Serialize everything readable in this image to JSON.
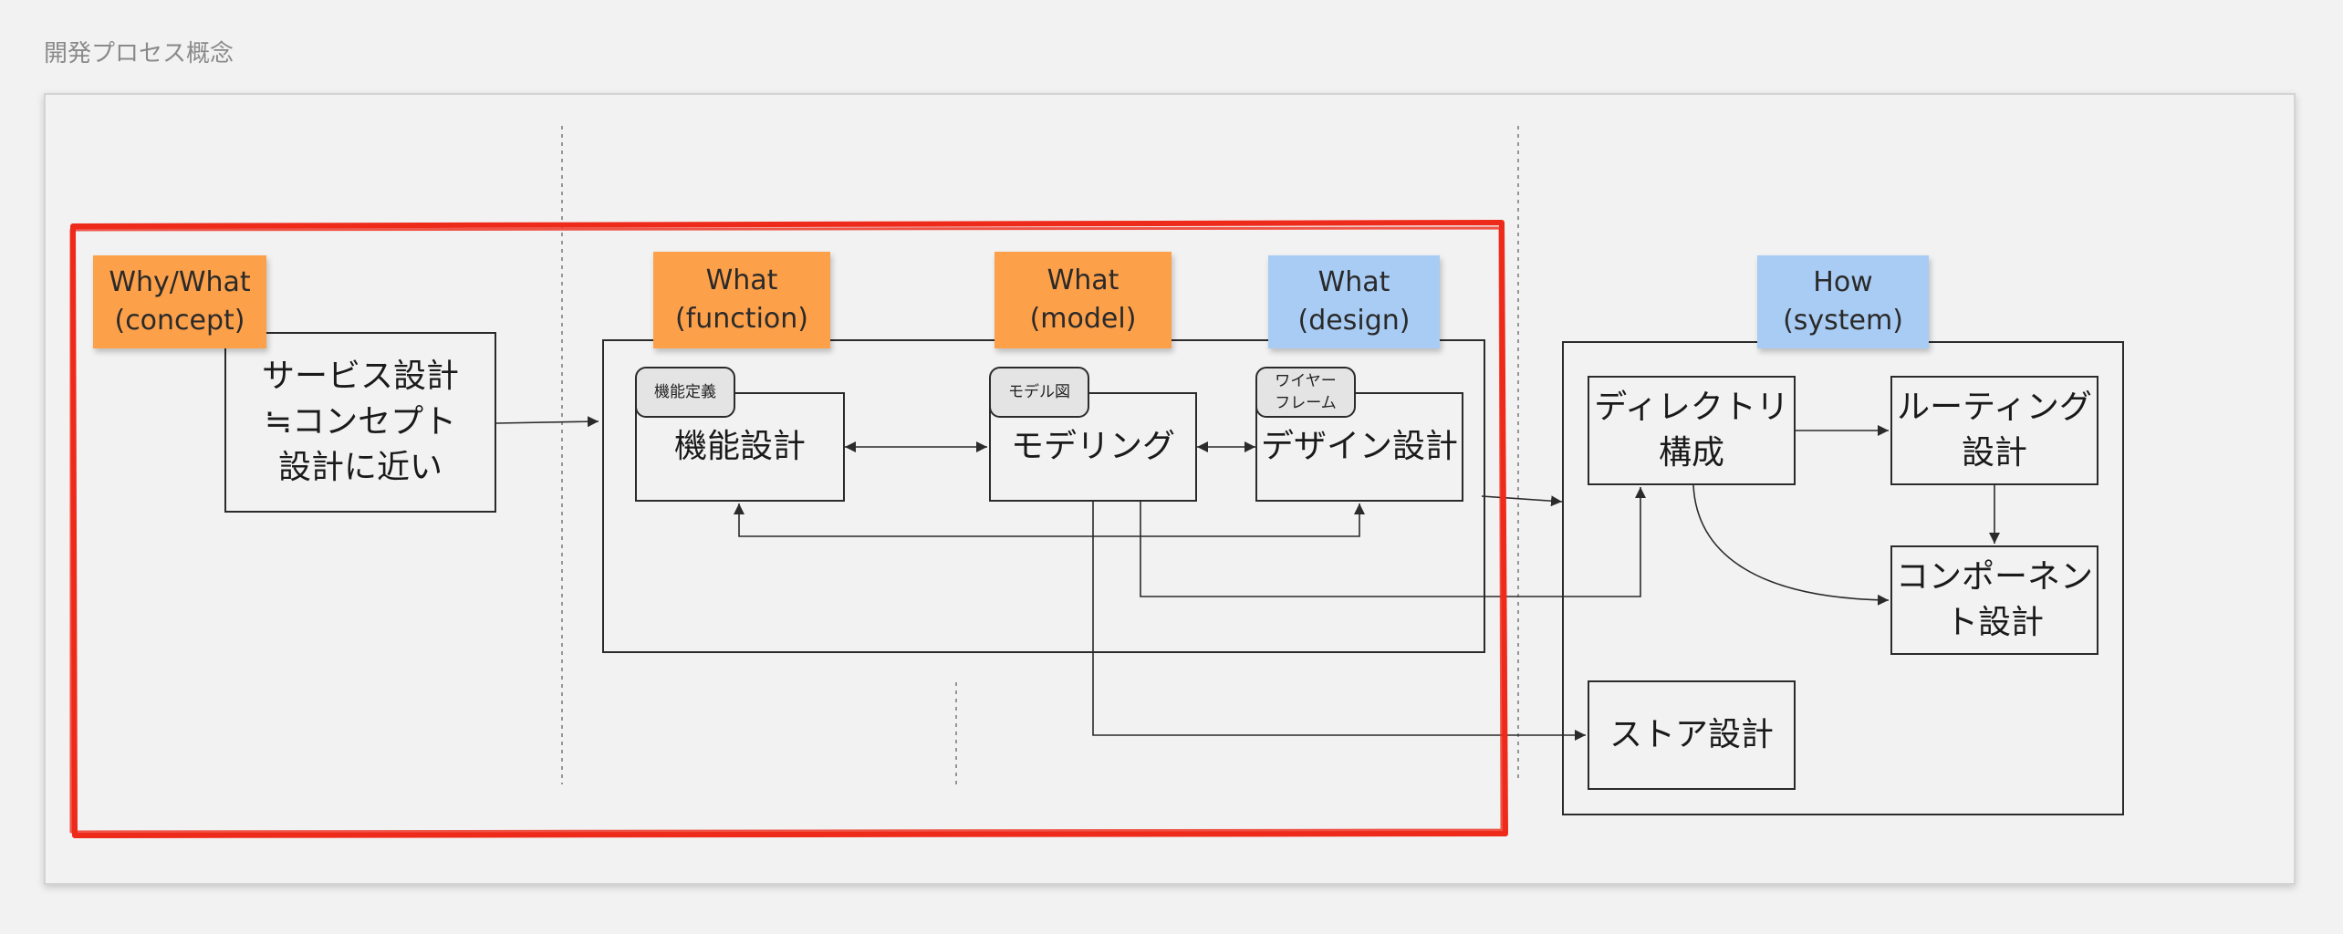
{
  "page": {
    "title": "開発プロセス概念"
  },
  "sticky_notes": [
    {
      "id": "why-what",
      "label": "Why/What\n(concept)",
      "color": "#fda04a"
    },
    {
      "id": "what-function",
      "label": "What\n(function)",
      "color": "#fda04a"
    },
    {
      "id": "what-model",
      "label": "What\n(model)",
      "color": "#fda04a"
    },
    {
      "id": "what-design",
      "label": "What\n(design)",
      "color": "#a9ccf4"
    },
    {
      "id": "how-system",
      "label": "How\n(system)",
      "color": "#a9ccf4"
    }
  ],
  "boxes": {
    "service_design": "サービス設計\n≒コンセプト\n設計に近い",
    "function_design": "機能設計",
    "modeling": "モデリング",
    "design_design": "デザイン設計",
    "directory": "ディレクトリ\n構成",
    "routing": "ルーティング\n設計",
    "component": "コンポーネン\nト設計",
    "store": "ストア設計"
  },
  "tags": {
    "function_def": "機能定義",
    "model_diagram": "モデル図",
    "wireframe": "ワイヤー\nフレーム"
  },
  "colors": {
    "highlight_red": "#ee2a1a",
    "sticky_orange": "#fda04a",
    "sticky_blue": "#a9ccf4",
    "line": "#2b2b2b"
  }
}
